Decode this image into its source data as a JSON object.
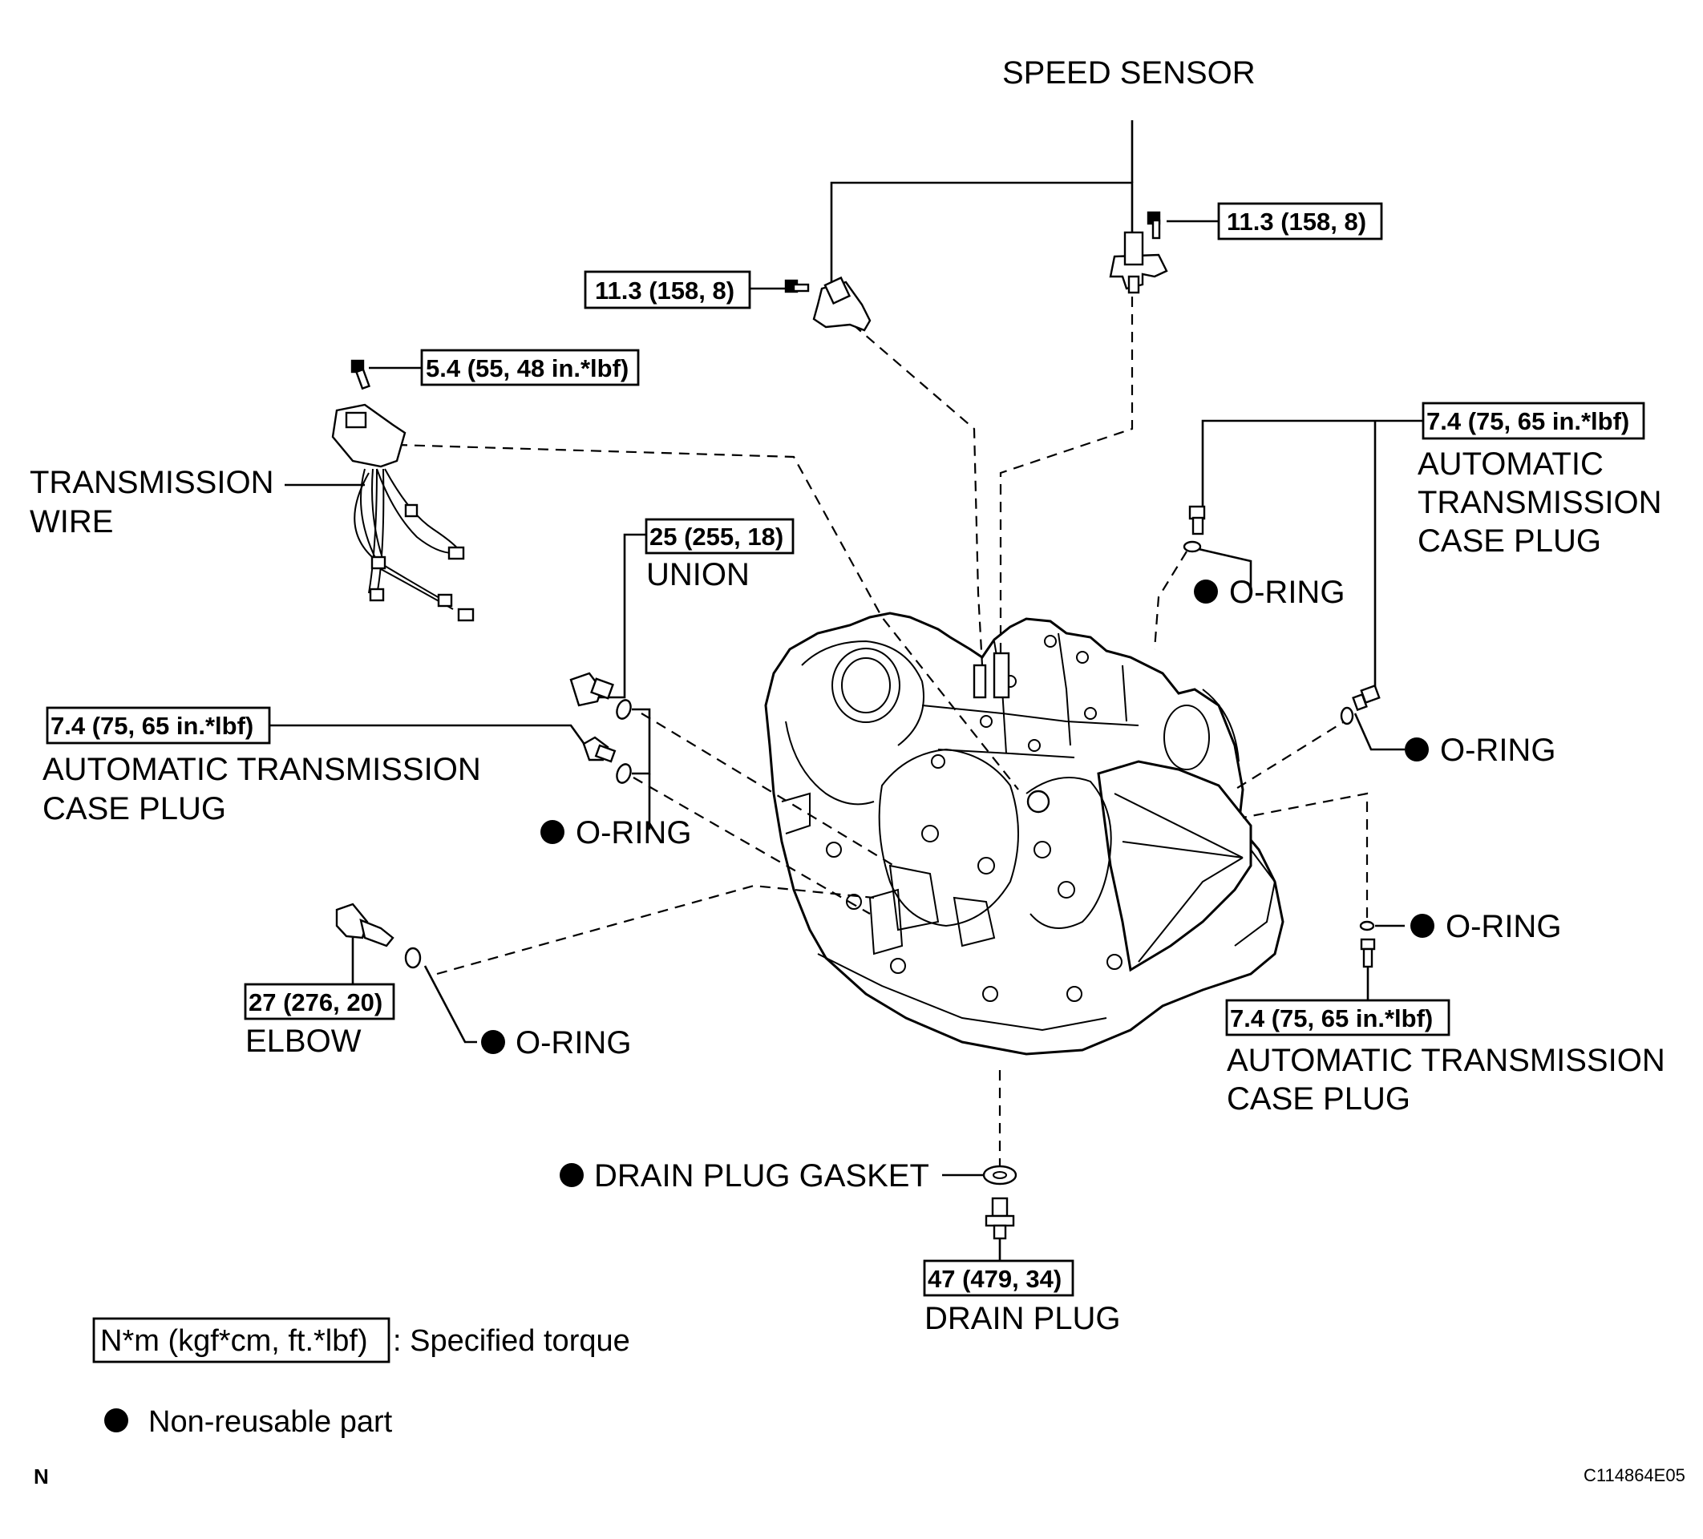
{
  "labels": {
    "speed_sensor": "SPEED SENSOR",
    "transmission_wire_1": "TRANSMISSION",
    "transmission_wire_2": "WIRE",
    "union": "UNION",
    "elbow": "ELBOW",
    "o_ring": "O-RING",
    "case_plug_right_1": "AUTOMATIC",
    "case_plug_right_2": "TRANSMISSION",
    "case_plug_right_3": "CASE PLUG",
    "case_plug_left_1": "AUTOMATIC TRANSMISSION",
    "case_plug_left_2": "CASE PLUG",
    "case_plug_lower_1": "AUTOMATIC TRANSMISSION",
    "case_plug_lower_2": "CASE PLUG",
    "drain_plug_gasket": "DRAIN PLUG GASKET",
    "drain_plug": "DRAIN PLUG"
  },
  "torques": {
    "speed_sensor_left": "11.3 (158, 8)",
    "speed_sensor_right": "11.3 (158, 8)",
    "wire_bolt": "5.4 (55, 48 in.*lbf)",
    "union": "25 (255, 18)",
    "case_plug_left": "7.4 (75, 65 in.*lbf)",
    "case_plug_right": "7.4 (75, 65 in.*lbf)",
    "case_plug_lower": "7.4 (75, 65 in.*lbf)",
    "elbow": "27 (276, 20)",
    "drain_plug": "47 (479, 34)"
  },
  "legend": {
    "torque_unit": "N*m (kgf*cm, ft.*lbf)",
    "torque_desc": ": Specified torque",
    "nonreusable_desc": "Non-reusable part"
  },
  "footer": {
    "left_mark": "N",
    "figure_id": "C114864E05"
  }
}
